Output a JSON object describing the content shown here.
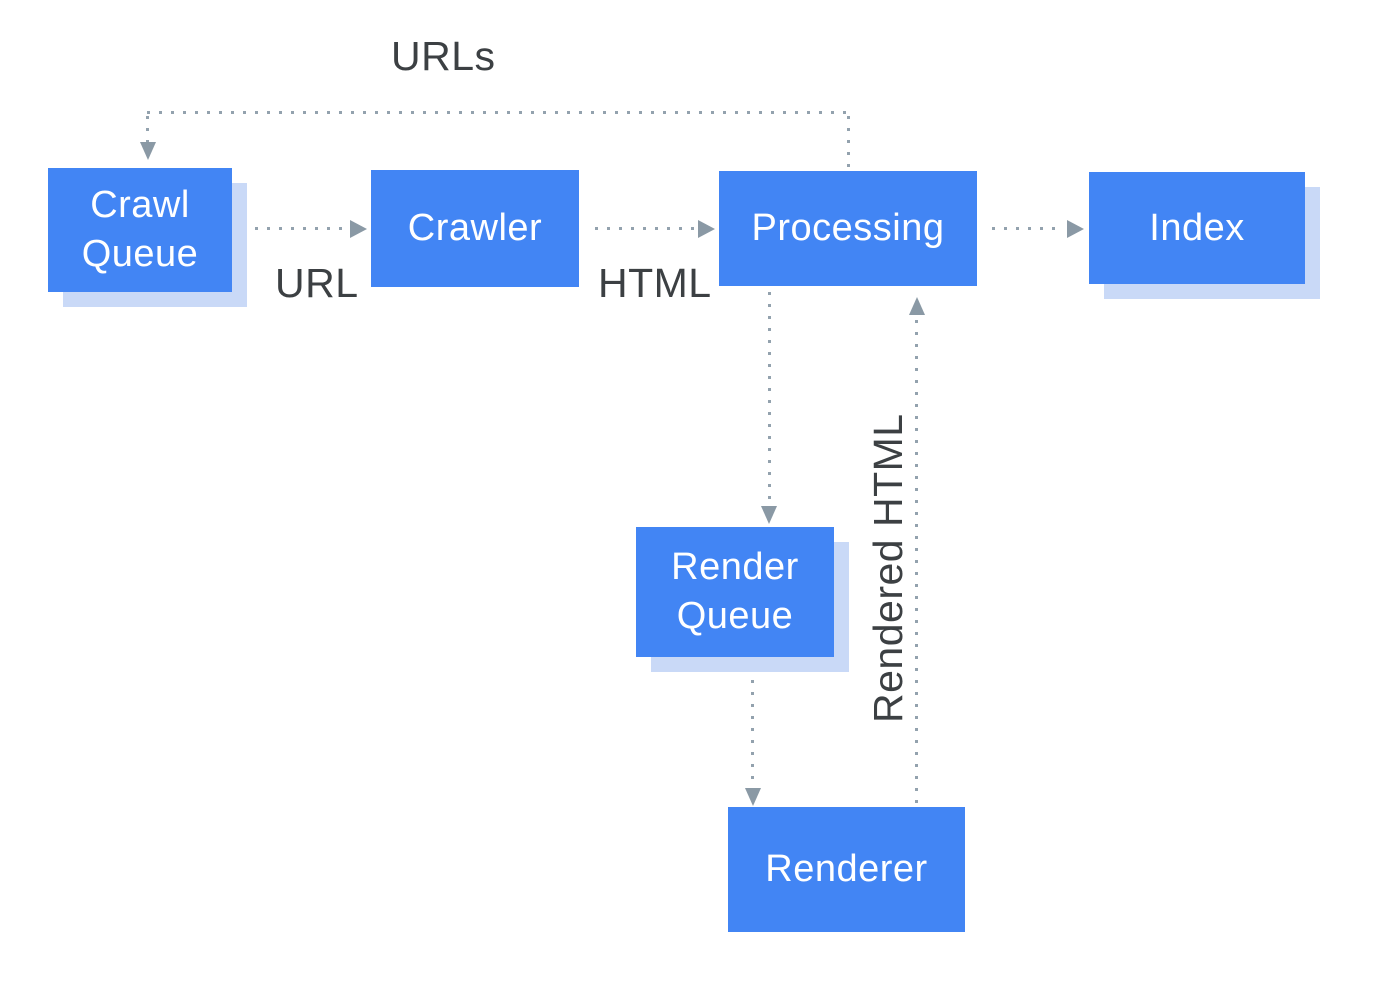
{
  "diagram": {
    "type": "flowchart",
    "subject": "crawl-render-index-pipeline",
    "nodes": {
      "crawl_queue": {
        "label": "Crawl Queue"
      },
      "crawler": {
        "label": "Crawler"
      },
      "processing": {
        "label": "Processing"
      },
      "index": {
        "label": "Index"
      },
      "render_queue": {
        "label": "Render Queue"
      },
      "renderer": {
        "label": "Renderer"
      }
    },
    "edge_labels": {
      "urls": "URLs",
      "url": "URL",
      "html": "HTML",
      "rendered_html": "Rendered HTML"
    },
    "edges": [
      {
        "from": "processing",
        "to": "crawl_queue",
        "label": "URLs",
        "style": "dotted",
        "shape": "up-left-down"
      },
      {
        "from": "crawl_queue",
        "to": "crawler",
        "label": "URL",
        "style": "dotted",
        "shape": "right"
      },
      {
        "from": "crawler",
        "to": "processing",
        "label": "HTML",
        "style": "dotted",
        "shape": "right"
      },
      {
        "from": "processing",
        "to": "index",
        "label": "",
        "style": "dotted",
        "shape": "right"
      },
      {
        "from": "processing",
        "to": "render_queue",
        "label": "",
        "style": "dotted",
        "shape": "down"
      },
      {
        "from": "render_queue",
        "to": "renderer",
        "label": "",
        "style": "dotted",
        "shape": "down"
      },
      {
        "from": "renderer",
        "to": "processing",
        "label": "Rendered HTML",
        "style": "dotted",
        "shape": "up"
      }
    ],
    "colors": {
      "node-blue": "#4285f4",
      "node-shadow": "#c9d9f7",
      "node-text": "#ffffff",
      "arrow-gray": "#93a2ae",
      "arrowhead-gray": "#8a99a5",
      "label-gray": "#3c4043",
      "background": "#ffffff"
    }
  }
}
